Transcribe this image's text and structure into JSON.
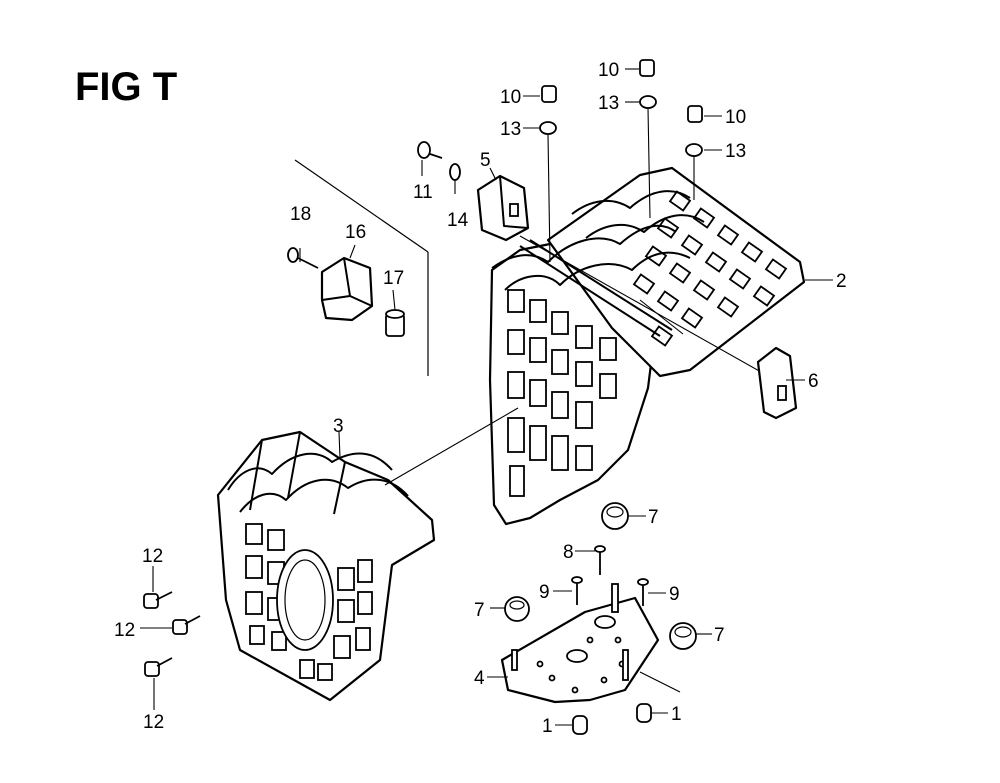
{
  "figure": {
    "title": "FIG T"
  },
  "callouts": {
    "c1a": "1",
    "c1b": "1",
    "c2": "2",
    "c3": "3",
    "c4": "4",
    "c5": "5",
    "c6": "6",
    "c7a": "7",
    "c7b": "7",
    "c7c": "7",
    "c8": "8",
    "c9a": "9",
    "c9b": "9",
    "c10a": "10",
    "c10b": "10",
    "c10c": "10",
    "c11": "11",
    "c12a": "12",
    "c12b": "12",
    "c12c": "12",
    "c13a": "13",
    "c13b": "13",
    "c13c": "13",
    "c14": "14",
    "c16": "16",
    "c17": "17",
    "c18": "18"
  }
}
